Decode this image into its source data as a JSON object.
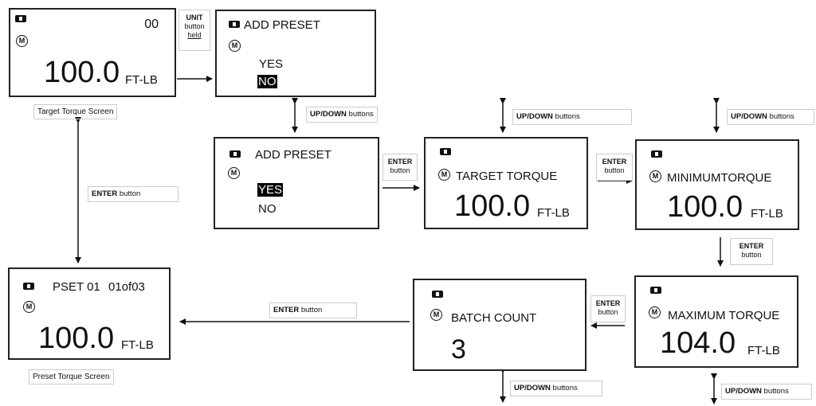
{
  "icons": {
    "battery": "battery-icon",
    "mode": "mode-icon"
  },
  "mode_symbol": "M",
  "unit": "FT-LB",
  "screens": {
    "target_torque_screen": {
      "counter": "00",
      "value": "100.0",
      "unit": "FT-LB",
      "caption": "Target  Torque Screen"
    },
    "add_preset_no": {
      "title": "ADD PRESET",
      "yes": "YES",
      "no": "NO"
    },
    "add_preset_yes": {
      "title": "ADD PRESET",
      "yes": "YES",
      "no": "NO"
    },
    "target_torque": {
      "title": "TARGET TORQUE",
      "value": "100.0",
      "unit": "FT-LB"
    },
    "minimum_torque": {
      "title": "MINIMUMTORQUE",
      "value": "100.0",
      "unit": "FT-LB"
    },
    "maximum_torque": {
      "title": "MAXIMUM TORQUE",
      "value": "104.0",
      "unit": "FT-LB"
    },
    "batch_count": {
      "title": "BATCH COUNT",
      "value": "3"
    },
    "preset_torque_screen": {
      "pset": "PSET 01",
      "index": "01of03",
      "value": "100.0",
      "unit": "FT-LB",
      "caption": "Preset Torque Screen"
    }
  },
  "labels": {
    "unit_held": {
      "line1": "UNIT",
      "line2": "button",
      "line3": "held"
    },
    "updown": {
      "bold": "UP/DOWN",
      "rest": " buttons"
    },
    "enter": {
      "bold": "ENTER",
      "rest": " button"
    },
    "enter_stacked": {
      "line1": "ENTER",
      "line2": "button"
    }
  }
}
